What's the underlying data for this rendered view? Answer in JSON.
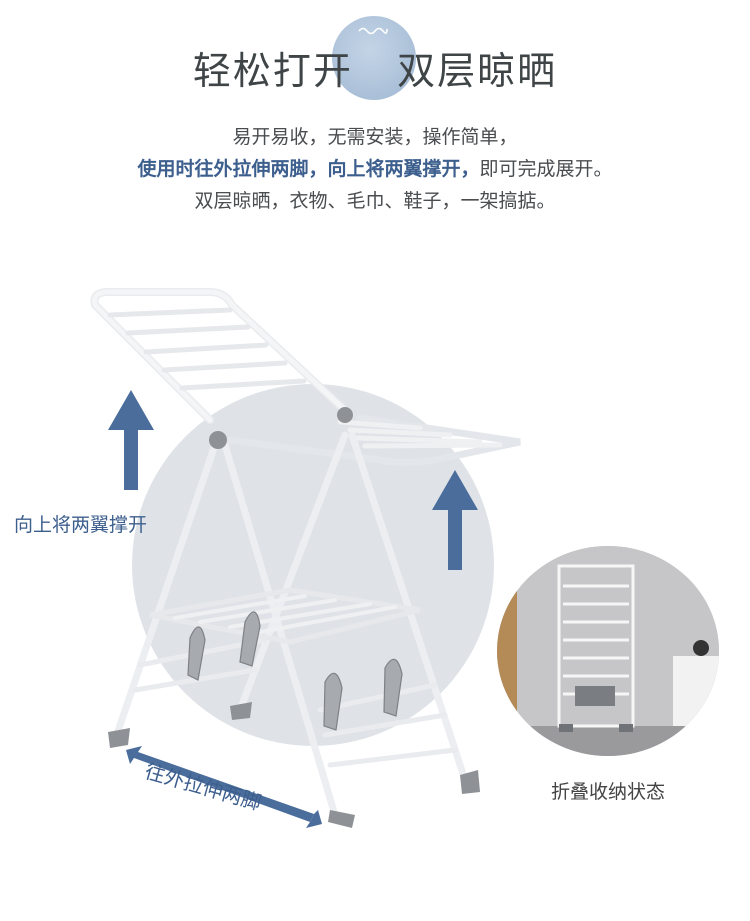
{
  "title": {
    "part1": "轻松打开",
    "part2": "双层晾晒"
  },
  "description": {
    "line1": "易开易收，无需安装，操作简单，",
    "line2_highlight": "使用时往外拉伸两脚，向上将两翼撑开，",
    "line2_rest": "即可完成展开。",
    "line3": "双层晾晒，衣物、毛巾、鞋子，一架搞掂。"
  },
  "annotations": {
    "up_label": "向上将两翼撑开",
    "out_label": "往外拉伸两脚"
  },
  "inset": {
    "caption": "折叠收纳状态"
  },
  "colors": {
    "accent": "#3d5f8e",
    "arrow": "#4a6d9c",
    "circle": "#dfe3e8",
    "title_blob": "#b3c6dc"
  }
}
